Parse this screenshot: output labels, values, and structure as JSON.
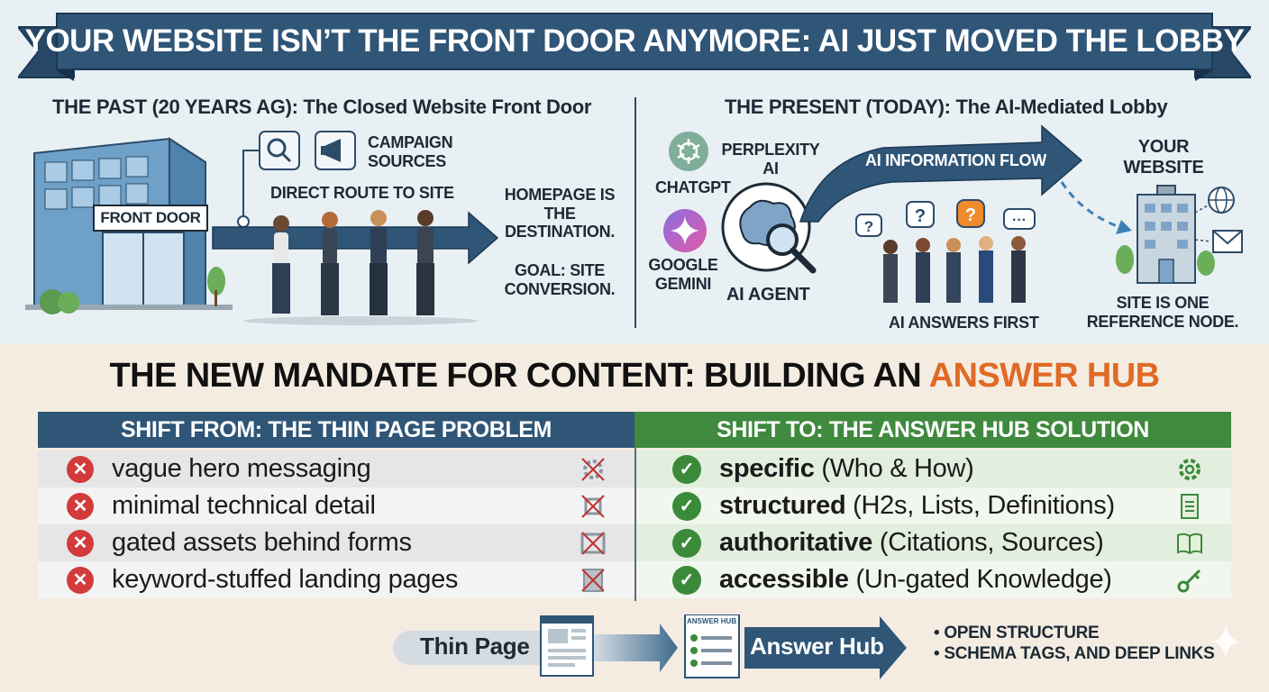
{
  "banner": {
    "title": "YOUR WEBSITE ISN’T THE FRONT DOOR ANYMORE: AI JUST MOVED THE LOBBY"
  },
  "past": {
    "heading": "THE PAST (20 YEARS AG): The Closed Website Front Door",
    "front_door_sign": "FRONT DOOR",
    "campaign_sources": "CAMPAIGN SOURCES",
    "direct_route": "DIRECT ROUTE TO SITE",
    "homepage_destination": "HOMEPAGE IS THE DESTINATION.",
    "goal": "GOAL: SITE CONVERSION."
  },
  "present": {
    "heading": "THE PRESENT (TODAY): The AI-Mediated Lobby",
    "chatgpt": "CHATGPT",
    "perplexity": "PERPLEXITY AI",
    "gemini": "GOOGLE GEMINI",
    "ai_agent": "AI AGENT",
    "flow_label": "AI INFORMATION FLOW",
    "your_website": "YOUR WEBSITE",
    "answers_first": "AI ANSWERS FIRST",
    "reference_node": "SITE IS ONE REFERENCE NODE."
  },
  "mandate": {
    "prefix": "THE NEW MANDATE FOR CONTENT: BUILDING AN ",
    "highlight": "ANSWER HUB"
  },
  "shift_from": {
    "header": "SHIFT FROM: THE THIN PAGE PROBLEM",
    "items": [
      "vague hero messaging",
      "minimal technical detail",
      "gated assets behind forms",
      "keyword-stuffed landing pages"
    ]
  },
  "shift_to": {
    "header": "SHIFT TO: THE ANSWER HUB SOLUTION",
    "items": [
      {
        "term": "specific",
        "detail": " (Who & How)",
        "icon": "gear-icon"
      },
      {
        "term": "structured",
        "detail": " (H2s, Lists, Definitions)",
        "icon": "document-icon"
      },
      {
        "term": "authoritative",
        "detail": " (Citations, Sources)",
        "icon": "book-icon"
      },
      {
        "term": "accessible",
        "detail": " (Un-gated Knowledge)",
        "icon": "key-icon"
      }
    ]
  },
  "transition": {
    "from_label": "Thin Page",
    "hub_doc_title": "ANSWER HUB",
    "to_label": "Answer Hub",
    "bullets": [
      "• OPEN STRUCTURE",
      "• SCHEMA TAGS, AND DEEP LINKS"
    ]
  },
  "colors": {
    "navy": "#2f5577",
    "green": "#3f8a3e",
    "orange": "#e06a25",
    "red": "#d33a3a"
  }
}
